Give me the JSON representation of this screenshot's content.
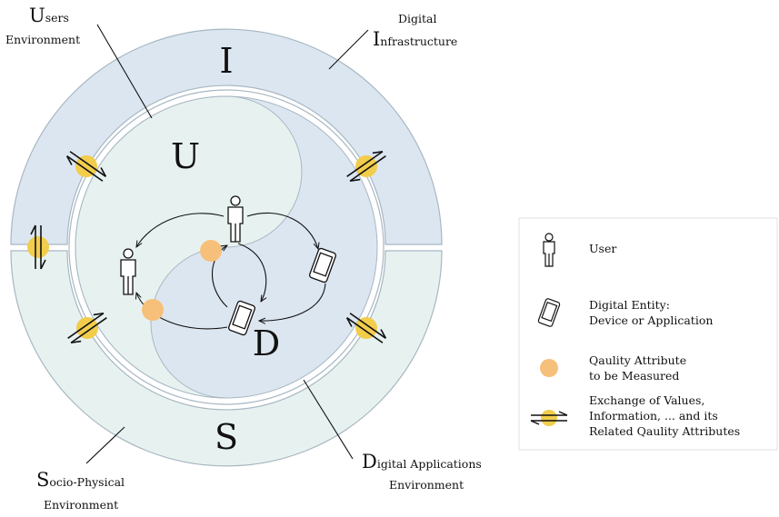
{
  "zones": {
    "infrastructure": {
      "letter": "I",
      "cap": "I",
      "rest": "nfrastructure",
      "prefix": "Digital"
    },
    "users": {
      "letter": "U",
      "cap": "U",
      "rest": "sers",
      "line2": "Environment"
    },
    "applications": {
      "letter": "D",
      "cap": "D",
      "rest": "igital Applications",
      "line2": "Environment"
    },
    "socio_physical": {
      "letter": "S",
      "cap": "S",
      "rest": "ocio-Physical",
      "line2": "Environment"
    }
  },
  "legend": {
    "user": "User",
    "entity_line1": "Digital Entity:",
    "entity_line2": "Device or Application",
    "quality_line1": "Qaulity Attribute",
    "quality_line2": "to be Measured",
    "exchange_line1": "Exchange of Values,",
    "exchange_line2": "Information, ... and its",
    "exchange_line3": "Related Qaulity Attributes"
  },
  "colors": {
    "blue_fill": "#dce6f1",
    "mint_fill": "#e7f2f0",
    "ring_stroke": "#a7b7c2",
    "dot_orange": "#f7c07a",
    "dot_yellow": "#f2cd4c"
  },
  "icons": [
    "user-icon",
    "device-icon",
    "quality-dot-icon",
    "exchange-arrows-icon"
  ]
}
